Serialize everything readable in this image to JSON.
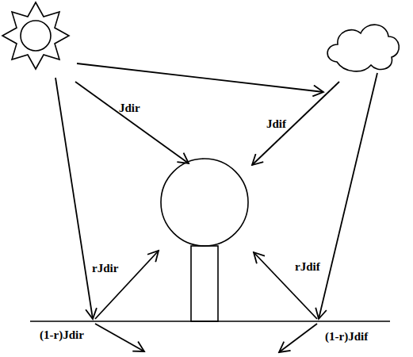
{
  "diagram": {
    "labels": [
      "Jdir",
      "Jdif",
      "rJdir",
      "rJdif",
      "(1-r)Jdir",
      "(1-r)Jdif"
    ]
  }
}
